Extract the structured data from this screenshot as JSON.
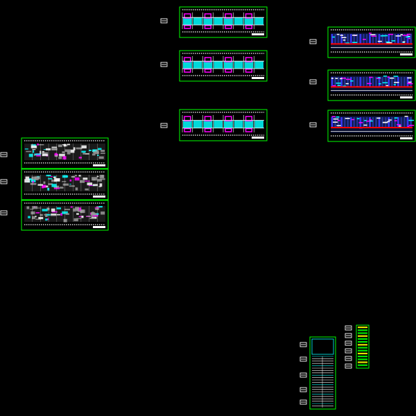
{
  "drawing": {
    "background": "#000000",
    "colors": {
      "frame": "#00ff00",
      "cyan": "#00ffff",
      "magenta": "#ff00ff",
      "white": "#ffffff",
      "red": "#ff0000",
      "blue": "#3a3aff",
      "yellow": "#ffff00",
      "gray": "#9a9a9a"
    },
    "sheet_groups": [
      {
        "id": "left-stack",
        "sheets": 3,
        "variant": "gray-plan"
      },
      {
        "id": "middle-column",
        "sheets": 3,
        "variant": "cyan-plan"
      },
      {
        "id": "right-column",
        "sheets": 3,
        "variant": "elevation"
      },
      {
        "id": "schedule-sheet",
        "sheets": 1,
        "variant": "schedule"
      },
      {
        "id": "legend-strip",
        "sheets": 1,
        "variant": "legend"
      }
    ],
    "title_block_markers": 17
  }
}
